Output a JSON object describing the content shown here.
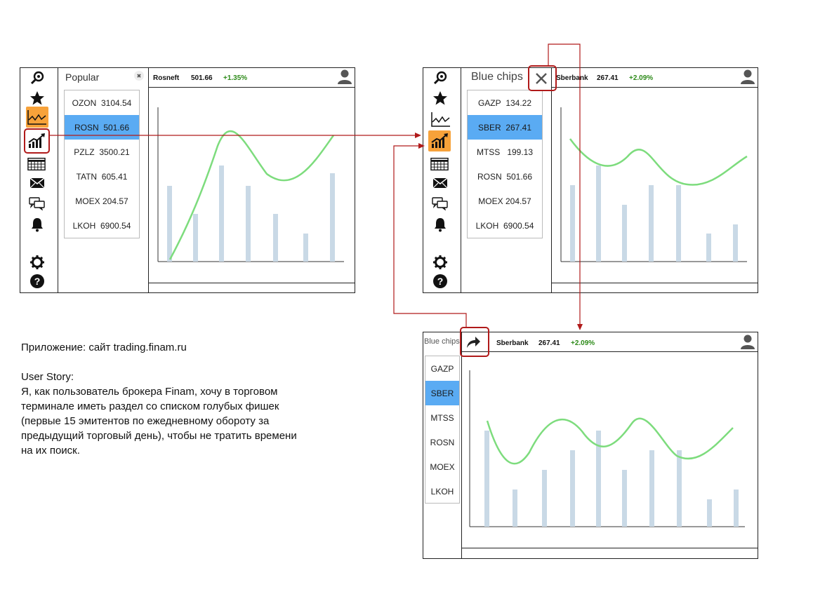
{
  "colors": {
    "accent": "#f7a23a",
    "selected_row": "#5aabf3",
    "line": "#7ddc7d",
    "bars": "#c9d9e6",
    "change_green": "#2e8b1a",
    "annotation": "#b01a1a"
  },
  "sidebar_icons": [
    "search-icon",
    "star-icon",
    "line-chart-icon",
    "trending-chart-icon",
    "calendar-grid-icon",
    "mail-icon",
    "chat-icon",
    "bell-icon",
    "gear-icon",
    "help-icon"
  ],
  "screen1": {
    "list_title": "Popular",
    "close_symbol": "✖",
    "items": [
      {
        "ticker": "OZON",
        "price": "3104.54"
      },
      {
        "ticker": "ROSN",
        "price": "501.66"
      },
      {
        "ticker": "PZLZ",
        "price": "3500.21"
      },
      {
        "ticker": "TATN",
        "price": "605.41"
      },
      {
        "ticker": "MOEX",
        "price": "204.57"
      },
      {
        "ticker": "LKOH",
        "price": "6900.54"
      }
    ],
    "selected_index": 1,
    "header": {
      "name": "Rosneft",
      "price": "501.66",
      "change": "+1.35%"
    }
  },
  "screen2": {
    "list_title": "Blue chips",
    "items": [
      {
        "ticker": "GAZP",
        "price": "134.22"
      },
      {
        "ticker": "SBER",
        "price": "267.41"
      },
      {
        "ticker": "MTSS",
        "price": "199.13"
      },
      {
        "ticker": "ROSN",
        "price": "501.66"
      },
      {
        "ticker": "MOEX",
        "price": "204.57"
      },
      {
        "ticker": "LKOH",
        "price": "6900.54"
      }
    ],
    "selected_index": 1,
    "header": {
      "name": "Sberbank",
      "price": "267.41",
      "change": "+2.09%"
    }
  },
  "screen3": {
    "list_title": "Blue chips",
    "items": [
      {
        "ticker": "GAZP"
      },
      {
        "ticker": "SBER"
      },
      {
        "ticker": "MTSS"
      },
      {
        "ticker": "ROSN"
      },
      {
        "ticker": "MOEX"
      },
      {
        "ticker": "LKOH"
      }
    ],
    "selected_index": 1,
    "header": {
      "name": "Sberbank",
      "price": "267.41",
      "change": "+2.09%"
    }
  },
  "story": {
    "app_line": "Приложение: сайт trading.finam.ru",
    "us_title": "User Story:",
    "lines": [
      "Я, как пользователь брокера Finam, хочу в торговом",
      "терминале иметь раздел со списком голубых фишек",
      "(первые 15 эмитентов по ежедневному обороту за",
      "предыдущий торговый день), чтобы не тратить времени",
      "на их поиск."
    ]
  }
}
